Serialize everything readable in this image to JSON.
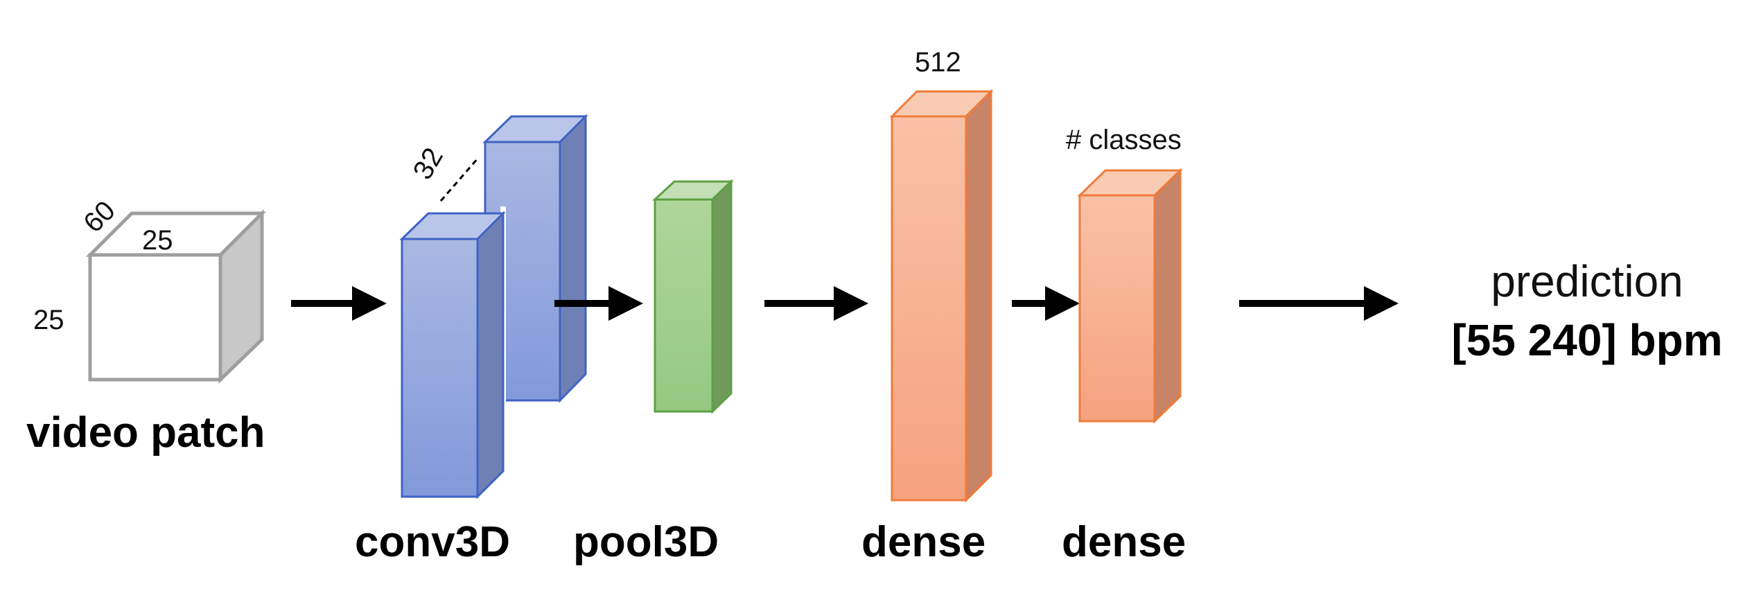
{
  "input": {
    "label": "video patch",
    "depth": "60",
    "width": "25",
    "height": "25"
  },
  "conv": {
    "label": "conv3D",
    "filters": "32"
  },
  "pool": {
    "label": "pool3D"
  },
  "dense1": {
    "label": "dense",
    "units": "512"
  },
  "dense2": {
    "label": "dense",
    "units": "# classes"
  },
  "output": {
    "label": "prediction",
    "range": "[55 240] bpm"
  },
  "colors": {
    "input_stroke": "#9e9e9e",
    "input_side": "#c8c8c8",
    "conv_front": "#8fa4dc",
    "conv_stroke": "#3f63c4",
    "pool_front": "#9ccc86",
    "pool_stroke": "#5da043",
    "dense_front": "#f8ad8c",
    "dense_stroke": "#ef7b3a",
    "arrow": "#000000"
  }
}
